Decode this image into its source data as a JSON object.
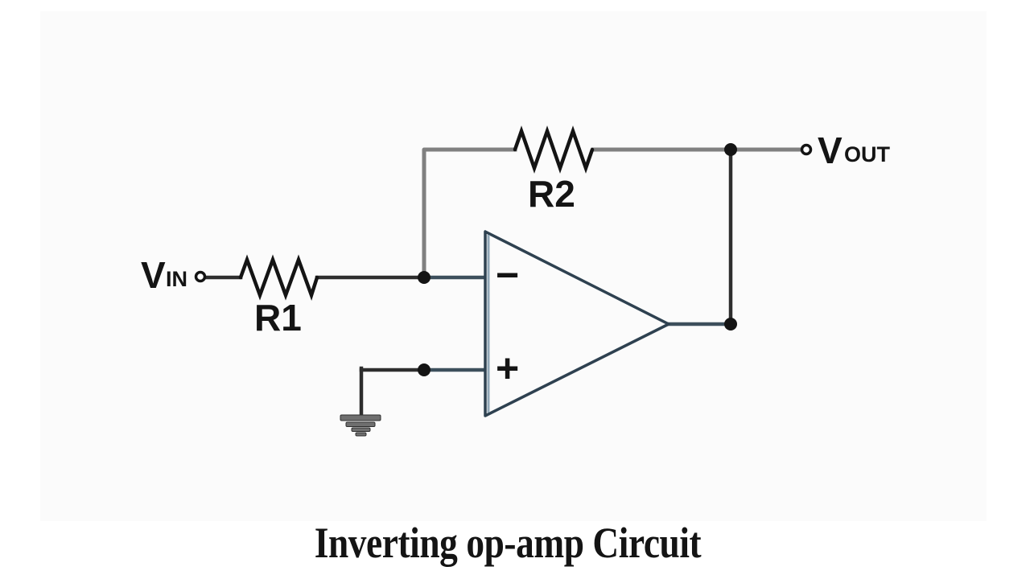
{
  "title": "Inverting op-amp Circuit",
  "circuit": {
    "type": "schematic",
    "input": {
      "label_main": "V",
      "label_sub": "IN"
    },
    "output": {
      "label_main": "V",
      "label_sub": "OUT"
    },
    "resistors": [
      {
        "label": "R1"
      },
      {
        "label": "R2"
      }
    ],
    "opamp": {
      "inverting_symbol": "−",
      "noninverting_symbol": "+"
    },
    "ground_icon": "earth-ground-icon"
  },
  "colors": {
    "background": "#ffffff",
    "panel": "#fbfbfb",
    "wire_gray": "#808080",
    "wire_dark": "#2e2e2e",
    "wire_slate": "#3d4f5c",
    "opamp_stroke": "#2e4150",
    "opamp_highlight": "#8fa6b6",
    "component": "#141414",
    "ground_fill": "#6f6f6f",
    "text": "#141414"
  }
}
